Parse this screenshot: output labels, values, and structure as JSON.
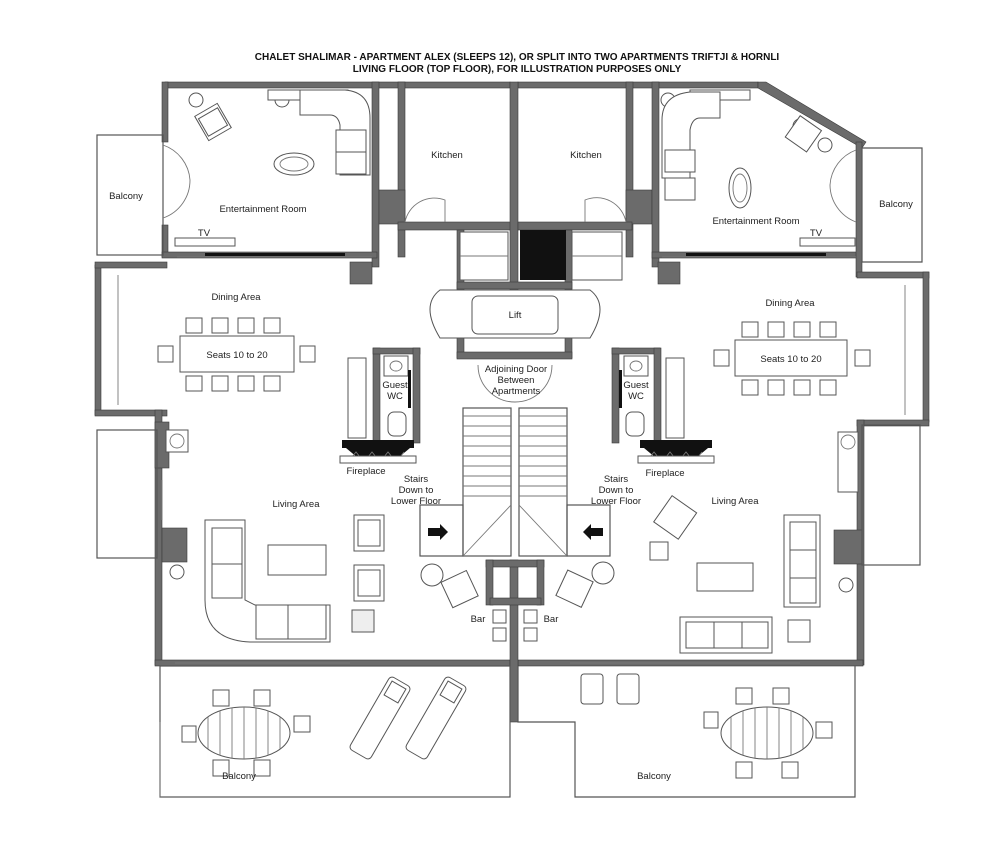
{
  "title": {
    "line1": "CHALET SHALIMAR - APARTMENT ALEX (SLEEPS 12), OR SPLIT INTO TWO APARTMENTS TRIFTJI & HORNLI",
    "line2": "LIVING FLOOR (TOP FLOOR), FOR ILLUSTRATION PURPOSES ONLY"
  },
  "rooms": {
    "balcony_left": "Balcony",
    "entertainment_left": "Entertainment Room",
    "tv_left": "TV",
    "kitchen_left": "Kitchen",
    "kitchen_right": "Kitchen",
    "entertainment_right": "Entertainment Room",
    "tv_right": "TV",
    "balcony_right": "Balcony",
    "lift": "Lift",
    "dining_left": "Dining Area",
    "dining_right": "Dining Area",
    "seats_left": "Seats 10 to 20",
    "seats_right": "Seats 10 to 20",
    "adjoining_1": "Adjoining Door",
    "adjoining_2": "Between",
    "adjoining_3": "Apartments",
    "guest_left_1": "Guest",
    "guest_left_2": "WC",
    "guest_right_1": "Guest",
    "guest_right_2": "WC",
    "fireplace_left": "Fireplace",
    "fireplace_right": "Fireplace",
    "stairs_left_1": "Stairs",
    "stairs_left_2": "Down to",
    "stairs_left_3": "Lower Floor",
    "stairs_right_1": "Stairs",
    "stairs_right_2": "Down to",
    "stairs_right_3": "Lower Floor",
    "living_left": "Living Area",
    "living_right": "Living Area",
    "bar_left": "Bar",
    "bar_right": "Bar",
    "balcony_bottom_left": "Balcony",
    "balcony_bottom_right": "Balcony"
  }
}
